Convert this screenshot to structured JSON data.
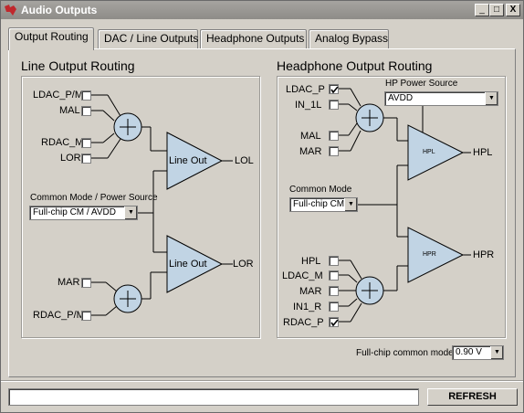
{
  "window": {
    "title": "Audio Outputs",
    "minimize": "_",
    "maximize": "□",
    "close": "X"
  },
  "tabs": [
    {
      "label": "Output Routing",
      "active": true
    },
    {
      "label": "DAC / Line Outputs"
    },
    {
      "label": "Headphone Outputs"
    },
    {
      "label": "Analog Bypass"
    }
  ],
  "line": {
    "title": "Line Output Routing",
    "lol_inputs": [
      {
        "label": "LDAC_P/M",
        "checked": false
      },
      {
        "label": "MAL",
        "checked": false
      },
      {
        "label": "RDAC_M",
        "checked": false
      },
      {
        "label": "LOR",
        "checked": false
      }
    ],
    "lor_inputs": [
      {
        "label": "MAR",
        "checked": false
      },
      {
        "label": "RDAC_P/M",
        "checked": false
      }
    ],
    "common_mode_label": "Common Mode / Power Source",
    "common_mode_value": "Full-chip CM / AVDD",
    "amp_top": "Line Out",
    "amp_bottom": "Line Out",
    "out_top": "LOL",
    "out_bottom": "LOR"
  },
  "hp": {
    "title": "Headphone Output Routing",
    "hpl_inputs": [
      {
        "label": "LDAC_P",
        "checked": true
      },
      {
        "label": "IN_1L",
        "checked": false
      },
      {
        "label": "MAL",
        "checked": false
      },
      {
        "label": "MAR",
        "checked": false
      }
    ],
    "hpr_inputs": [
      {
        "label": "HPL",
        "checked": false
      },
      {
        "label": "LDAC_M",
        "checked": false
      },
      {
        "label": "MAR",
        "checked": false
      },
      {
        "label": "IN1_R",
        "checked": false
      },
      {
        "label": "RDAC_P",
        "checked": true
      }
    ],
    "power_source_label": "HP Power Source",
    "power_source_value": "AVDD",
    "common_mode_label": "Common Mode",
    "common_mode_value": "Full-chip CM",
    "amp_top": "HPL",
    "amp_bottom": "HPR",
    "out_top": "HPL",
    "out_bottom": "HPR"
  },
  "footer": {
    "full_chip_label": "Full-chip common mode:",
    "full_chip_value": "0.90 V",
    "status_text": "",
    "refresh_label": "REFRESH"
  },
  "colors": {
    "amp_fill": "#c1d4e4",
    "accent_icon": "#c0282d"
  }
}
